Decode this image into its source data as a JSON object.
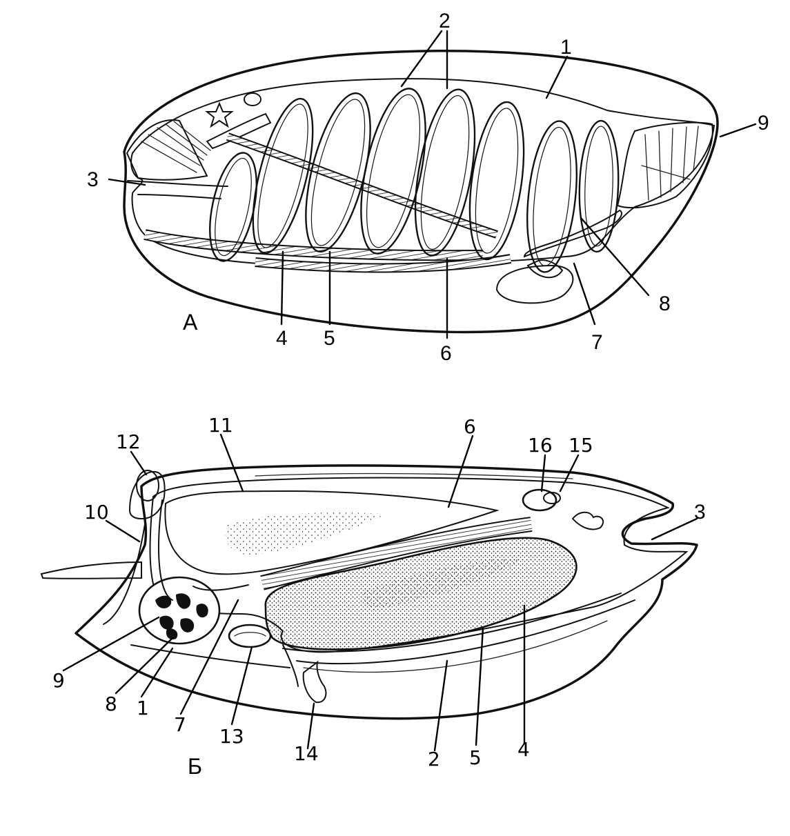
{
  "panels": [
    {
      "id": "A",
      "letter": "А"
    },
    {
      "id": "B",
      "letter": "Б"
    }
  ],
  "labels_a": {
    "l1": "1",
    "l2": "2",
    "l3": "3",
    "l4": "4",
    "l5": "5",
    "l6": "6",
    "l7": "7",
    "l8": "8",
    "l9": "9"
  },
  "labels_b": {
    "l1": "1",
    "l2": "2",
    "l3": "3",
    "l4": "4",
    "l5": "5",
    "l6": "6",
    "l7": "7",
    "l8": "8",
    "l9": "9",
    "l10": "10",
    "l11": "11",
    "l12": "12",
    "l13": "13",
    "l14": "14",
    "l15": "15",
    "l16": "16"
  },
  "colors": {
    "ink": "#111111",
    "paper": "#ffffff",
    "stipple": "#111111"
  }
}
